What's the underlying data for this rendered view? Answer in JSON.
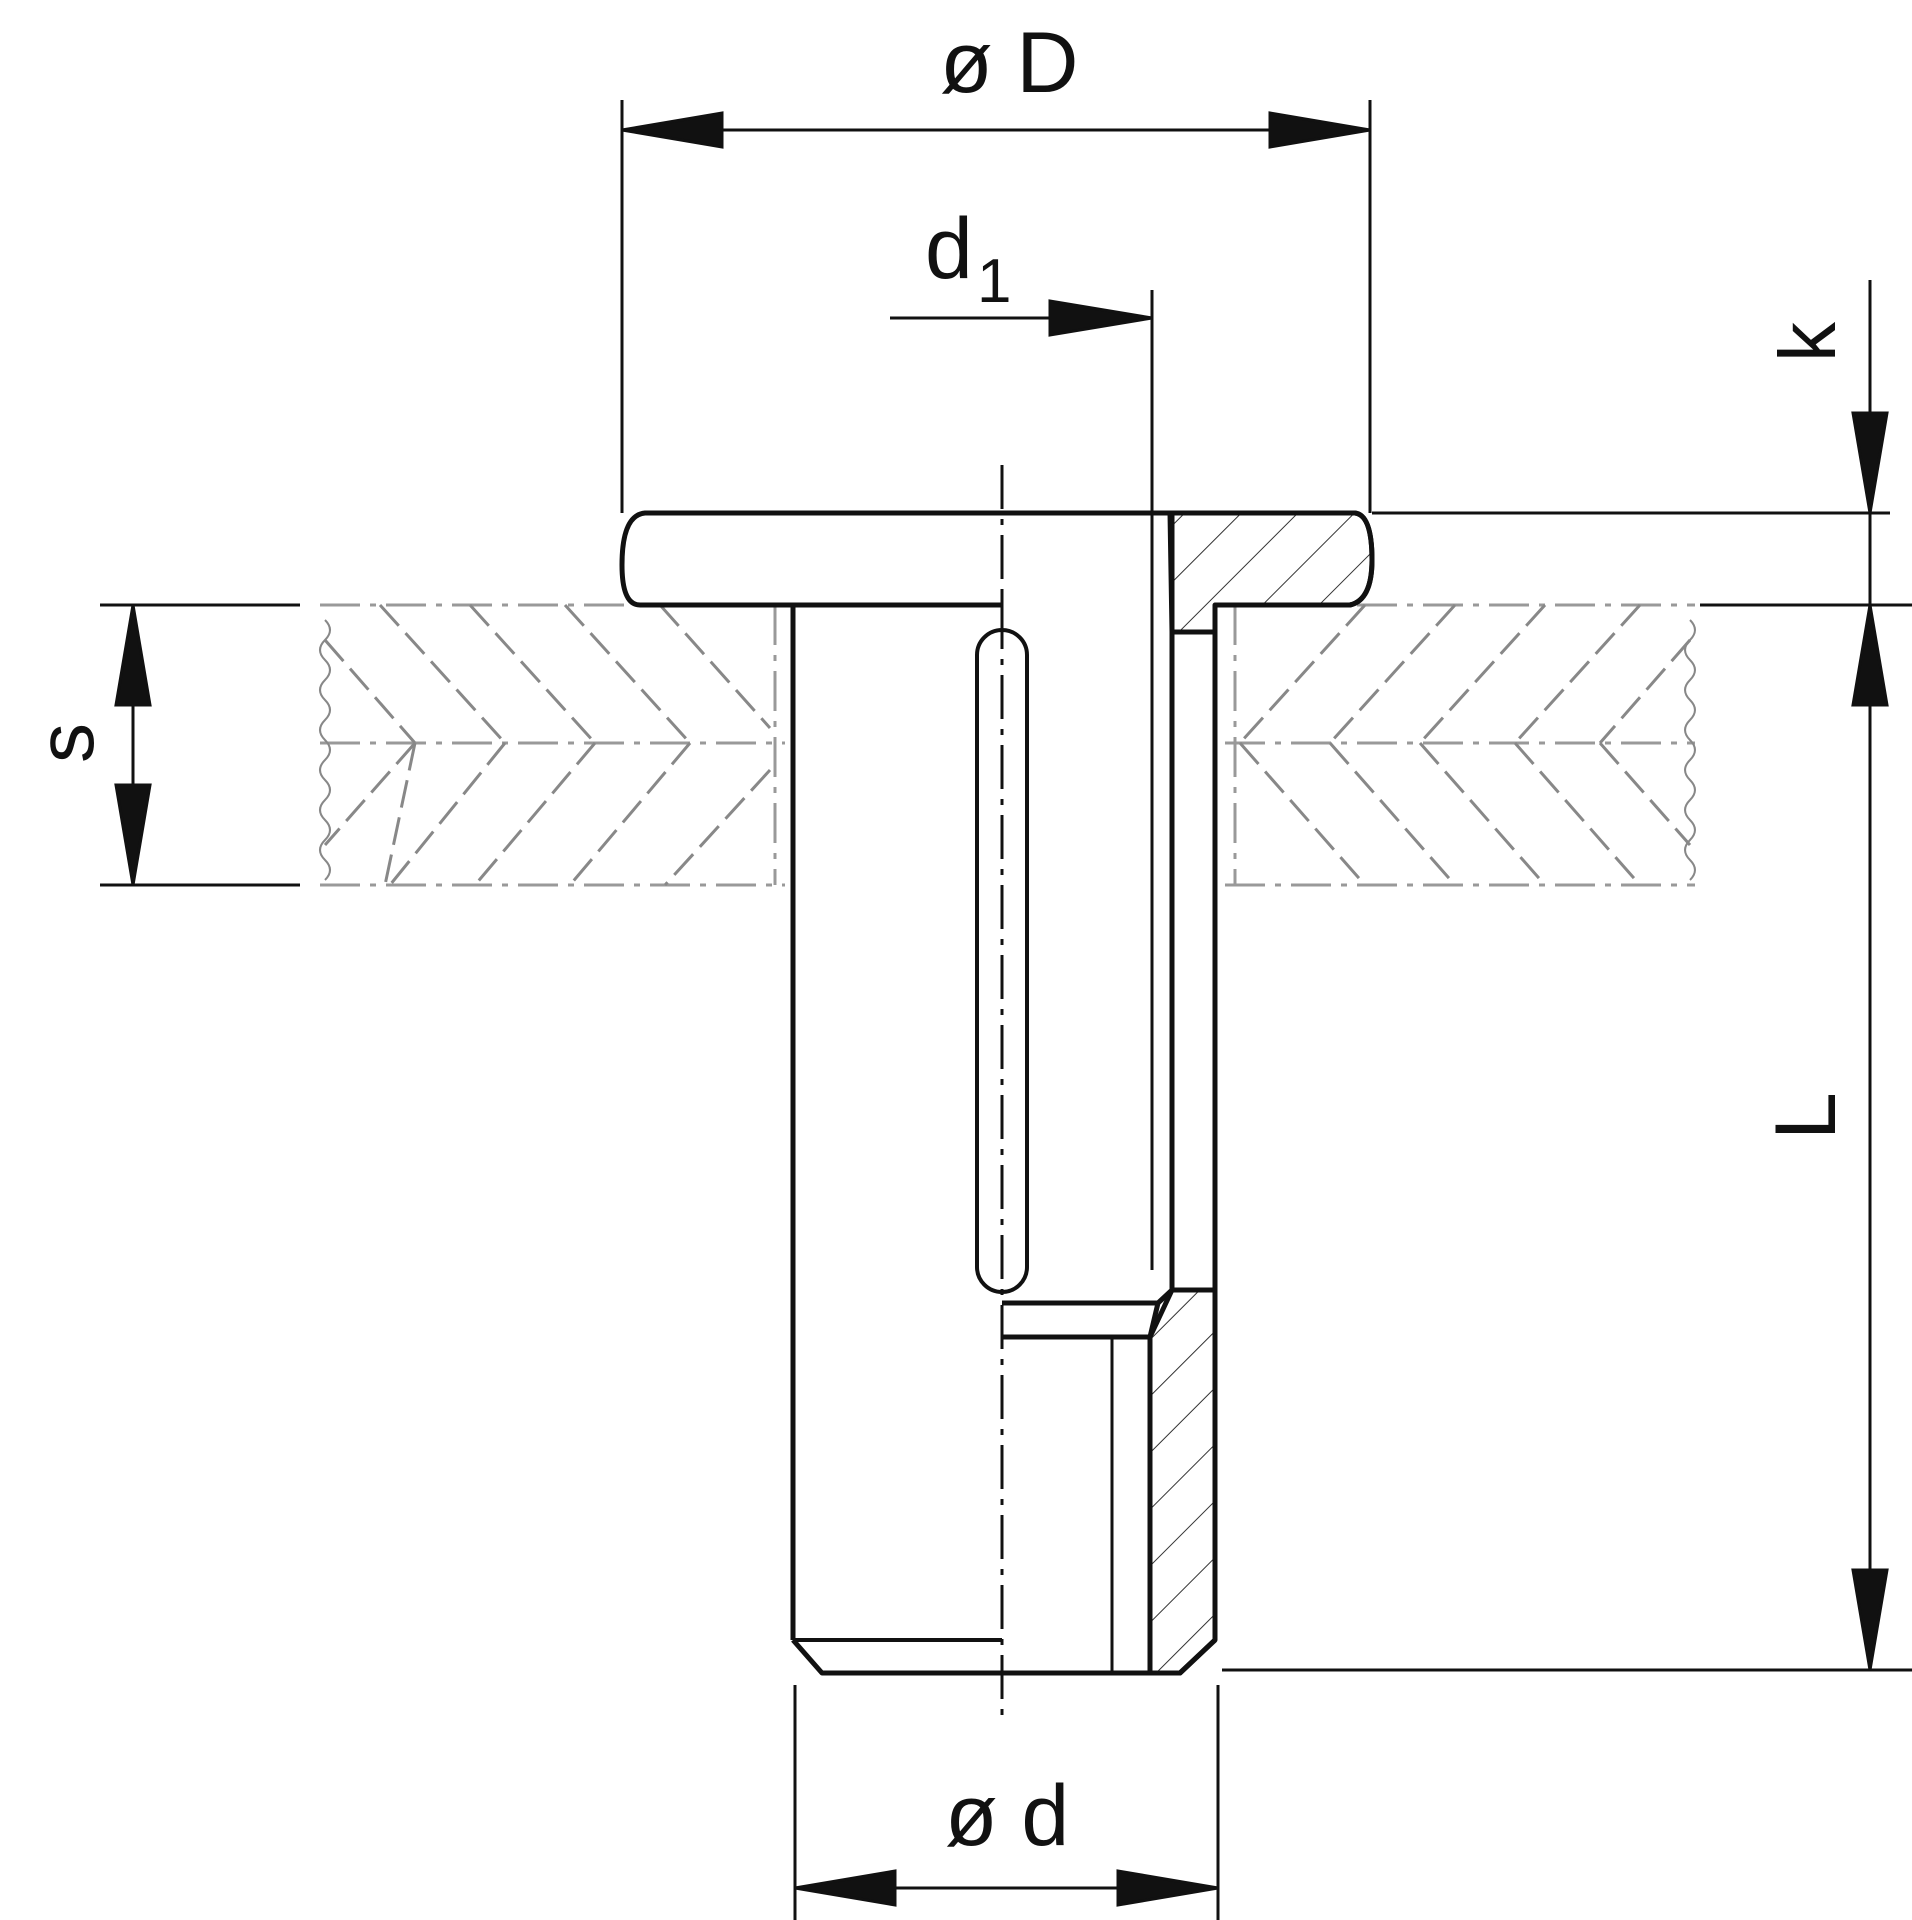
{
  "labels": {
    "outer_diameter": "ø D",
    "inner_diameter_main": "d",
    "inner_diameter_sub": "1",
    "head_height": "k",
    "grip_thickness": "s",
    "length": "L",
    "shank_diameter": "ø d"
  },
  "colors": {
    "line": "#111111",
    "hatch": "#444444",
    "phantom": "#888888",
    "background": "#ffffff"
  }
}
